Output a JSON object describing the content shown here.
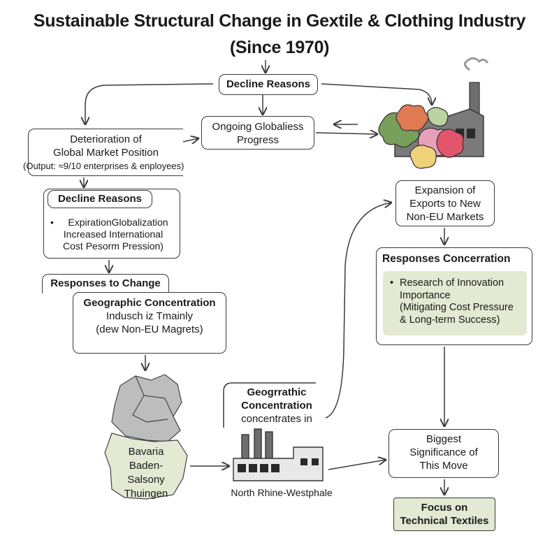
{
  "title": {
    "line1": "Sustainable Structural Change in Gextile & Clothing Industry",
    "line2": "(Since 1970)"
  },
  "nodes": {
    "decline_top": "Decline Reasons",
    "globalization": [
      "Ongoing Globaliess",
      "Progress"
    ],
    "deterioration": [
      "Deterioration of",
      "Global Market Position",
      "(Output: ≈9/10 enterprises & enployees)"
    ],
    "decline_left": {
      "heading": "Decline Reasons",
      "bullet": [
        "ExpirationGlobalization",
        "Increased International",
        "Cost Pesorm Pression)"
      ]
    },
    "responses_change": "Responses to Change",
    "geo_left": [
      "Geographic Concentration",
      "Indusch iz Tmainly",
      "(dew Non-EU Magrets)"
    ],
    "regions": [
      "Bavaria",
      "Baden-",
      "Salsony",
      "Thuingen"
    ],
    "geo_mid": [
      "Geogrrathic",
      "Concentration",
      "concentrates in"
    ],
    "nrw": "North Rhine-Westphale",
    "expansion": [
      "Expansion of",
      "Exports to New",
      "Non-EU Markets"
    ],
    "responses_conc": {
      "heading": "Responses Concerration",
      "bullet": [
        "Research of Innovation",
        "Importance",
        "(Mitigating Cost Pressure",
        "& Long-term Success)"
      ]
    },
    "significance": [
      "Biggest",
      "Significance of",
      "This Move"
    ],
    "focus": [
      "Focus on",
      "Technical Textiles"
    ]
  },
  "icons": [
    "factory-world-icon",
    "factory-icon",
    "germany-map-icon"
  ],
  "colors": {
    "accent_green": "#e3e9d2",
    "map_gray": "#bdbdbd",
    "line": "#3a3a3a"
  }
}
